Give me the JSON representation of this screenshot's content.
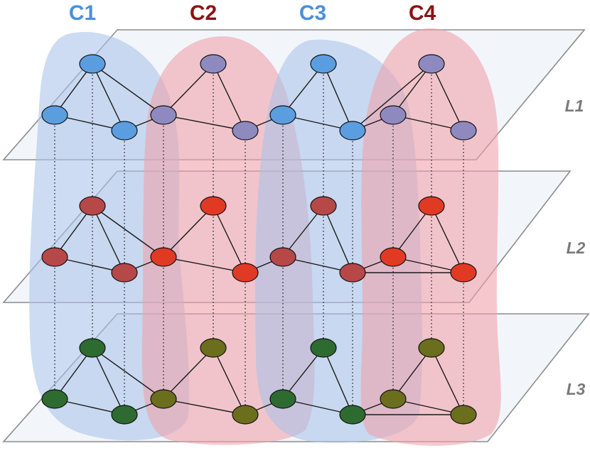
{
  "communities": [
    {
      "id": "C1",
      "label": "C1",
      "color": "#4a90d9",
      "fill": "#a9c3e8"
    },
    {
      "id": "C2",
      "label": "C2",
      "color": "#8b1414",
      "fill": "#f0a0a8"
    },
    {
      "id": "C3",
      "label": "C3",
      "color": "#4a90d9",
      "fill": "#a9c3e8"
    },
    {
      "id": "C4",
      "label": "C4",
      "color": "#8b1414",
      "fill": "#f0a0a8"
    }
  ],
  "layers": [
    {
      "id": "L1",
      "label": "L1",
      "node_color_blue": "#5b9ee0",
      "node_color_alt": "#8e8ac0"
    },
    {
      "id": "L2",
      "label": "L2",
      "node_color_blue": "#b64848",
      "node_color_alt": "#e03a25"
    },
    {
      "id": "L3",
      "label": "L3",
      "node_color_blue": "#2e6b30",
      "node_color_alt": "#6b6e1c"
    }
  ],
  "node_kinds": {
    "top": "apex",
    "left": "base-left",
    "right": "base-right"
  },
  "inter_community_links": [
    {
      "from": "C1.right",
      "to": "C2.left"
    },
    {
      "from": "C2.right",
      "to": "C3.left"
    },
    {
      "from": "C3.right",
      "to": "C4.left"
    }
  ],
  "cross_links": [
    {
      "layer": "L1",
      "from": "C1.top",
      "to": "C2.left"
    },
    {
      "layer": "L1",
      "from": "C3.right",
      "to": "C4.top"
    },
    {
      "layer": "L2",
      "from": "C1.top",
      "to": "C2.left"
    },
    {
      "layer": "L2",
      "from": "C3.right",
      "to": "C4.right"
    },
    {
      "layer": "L3",
      "from": "C1.top",
      "to": "C2.left"
    },
    {
      "layer": "L3",
      "from": "C3.right",
      "to": "C4.right"
    }
  ]
}
